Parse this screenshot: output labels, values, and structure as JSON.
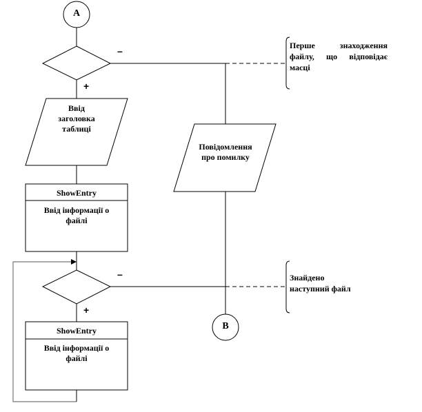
{
  "connectors": {
    "start": "A",
    "end": "B"
  },
  "decision1": {
    "no_sign": "–",
    "yes_sign": "+",
    "comment": "Перше знаходження файлу, що відповідає масці"
  },
  "input_header": {
    "text_line1": "Ввід",
    "text_line2": "заголовка",
    "text_line3": "таблиці"
  },
  "error_output": {
    "text_line1": "Повідомлення",
    "text_line2": "про помилку"
  },
  "subroutine1": {
    "name": "ShowEntry",
    "text": "Ввід інформації о файлі"
  },
  "decision2": {
    "no_sign": "–",
    "yes_sign": "+",
    "comment_line1": "Знайдено",
    "comment_line2": "наступний файл"
  },
  "subroutine2": {
    "name": "ShowEntry",
    "text": "Ввід інформації о файлі"
  }
}
